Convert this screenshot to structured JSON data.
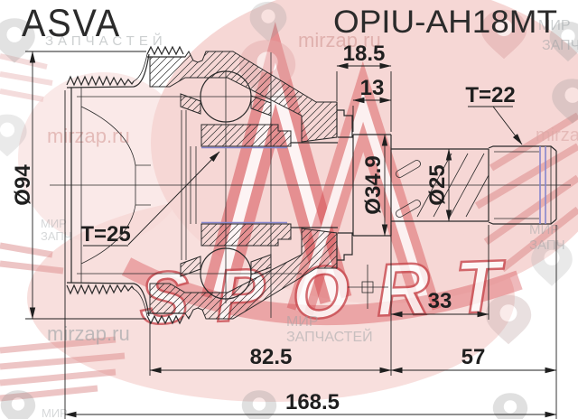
{
  "header": {
    "brand": "ASVA",
    "part_number": "OPIU-AH18MT"
  },
  "dimensions": {
    "outer_diameter": "Ø94",
    "inner_spline_teeth": "T=25",
    "outer_spline_teeth": "T=22",
    "flange_offset_width": "18.5",
    "flange_width": "13",
    "flange_diameter": "Ø34.9",
    "shaft_diameter": "Ø25",
    "spline_section_length": "33",
    "body_length": "82.5",
    "shaft_length": "57",
    "total_length": "168.5"
  },
  "watermarks": {
    "site": "mirzap.ru",
    "word_mir": "МИР",
    "word_zapchastey": "ЗАПЧАСТЕЙ",
    "word_zapch": "ЗАПЧ",
    "logo_text": "SPORT"
  },
  "colors": {
    "line": "#2a2a2a",
    "watermark_red": "#d4474d",
    "watermark_pink": "#f6d7d5",
    "accent_blue": "#8585cd"
  }
}
